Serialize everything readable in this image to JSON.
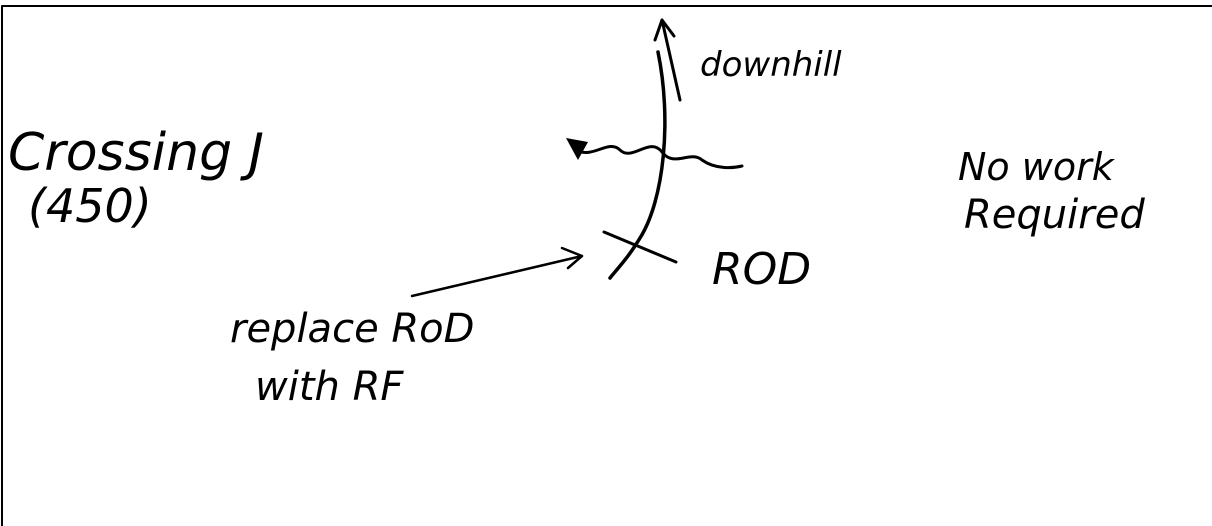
{
  "sketch": {
    "title": "Crossing J",
    "code": "(450)",
    "direction_label": "downhill",
    "marker_label": "ROD",
    "status_line1": "No work",
    "status_line2": "Required",
    "note_line1": "replace RoD",
    "note_line2": "with RF"
  },
  "colors": {
    "background": "#ffffff",
    "ink": "#000000"
  }
}
